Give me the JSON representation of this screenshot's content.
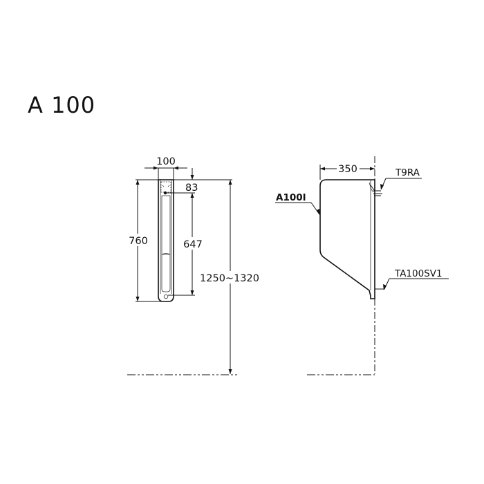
{
  "title": "A 100",
  "front_view": {
    "width_dim": "100",
    "top_offset_dim": "83",
    "height_dim": "760",
    "inlet_to_outlet_dim": "647",
    "mount_height_dim": "1250~1320"
  },
  "side_view": {
    "depth_dim": "350",
    "body_label": "A100I",
    "valve_label": "T9RA",
    "drain_label": "TA100SV1"
  },
  "colors": {
    "line": "#111111",
    "background": "#ffffff"
  }
}
